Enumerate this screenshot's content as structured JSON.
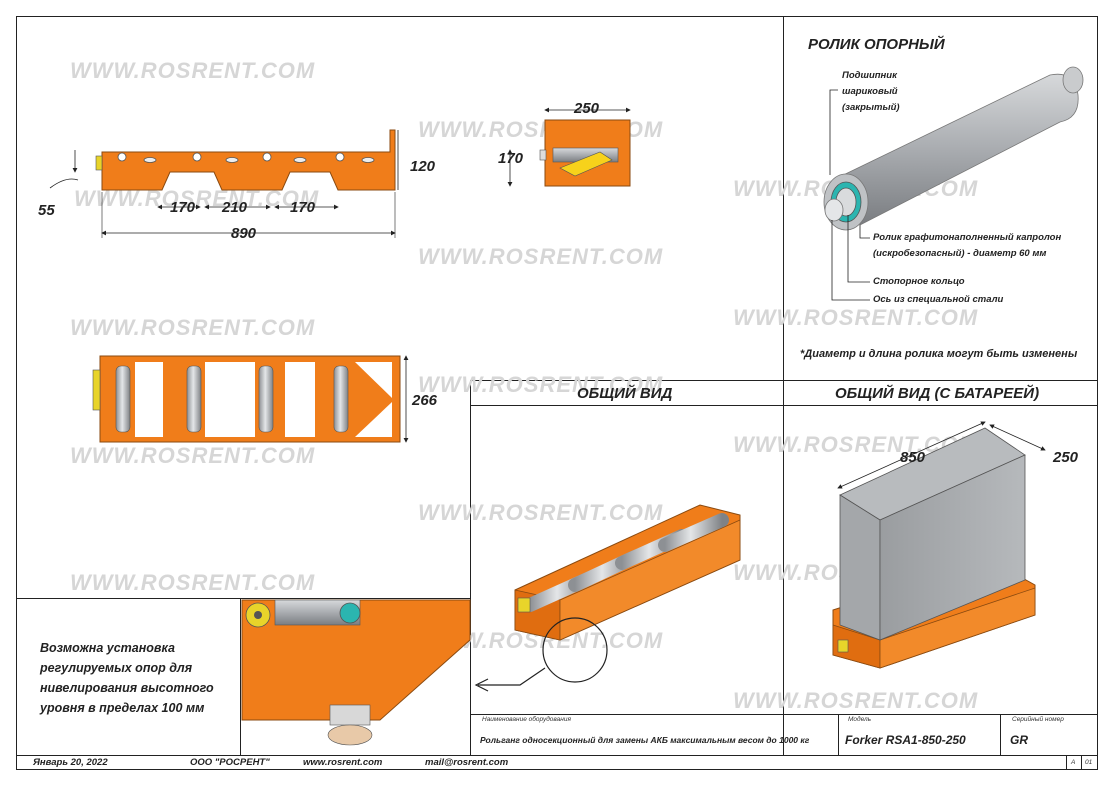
{
  "watermark": "WWW.ROSRENT.COM",
  "dimensions": {
    "side_height": "120",
    "offset": "55",
    "gap1": "170",
    "gap2": "210",
    "gap3": "170",
    "length": "890",
    "end_width": "250",
    "end_height": "170",
    "top_width": "266",
    "battery_length": "850",
    "battery_width": "250"
  },
  "roller_panel": {
    "title": "РОЛИК ОПОРНЫЙ",
    "bearing_line1": "Подшипник",
    "bearing_line2": "шариковый",
    "bearing_line3": "(закрытый)",
    "roller_line1": "Ролик графитонаполненный капролон",
    "roller_line2": "(искробезопасный) - диаметр 60 мм",
    "ring": "Стопорное кольцо",
    "axis": "Ось из специальной стали",
    "footnote": "*Диаметр и длина ролика могут быть изменены"
  },
  "views": {
    "general": "ОБЩИЙ ВИД",
    "with_battery": "ОБЩИЙ ВИД (С БАТАРЕЕЙ)"
  },
  "note": {
    "line1": "Возможна установка",
    "line2": "регулируемых опор для",
    "line3": "нивелирования высотного",
    "line4": "уровня в пределах 100 мм"
  },
  "title_block": {
    "name_label": "Наименование оборудования",
    "name_value": "Рольганг односекционный для замены АКБ максимальным весом до 1000 кг",
    "model_label": "Модель",
    "model_value": "Forker RSA1-850-250",
    "serial_label": "Серийный номер",
    "serial_value": "GR"
  },
  "footer": {
    "date": "Январь 20, 2022",
    "company": "ООО \"РОСРЕНТ\"",
    "website": "www.rosrent.com",
    "email": "mail@rosrent.com",
    "sheet_format": "A",
    "sheet_number": "01"
  },
  "colors": {
    "frame_orange": "#f07d1a",
    "roller_grey": "#b9bcc0",
    "accent_cyan": "#2bb5b0",
    "battery_grey": "#a4a7aa",
    "watermark": "#d6d6d6"
  }
}
